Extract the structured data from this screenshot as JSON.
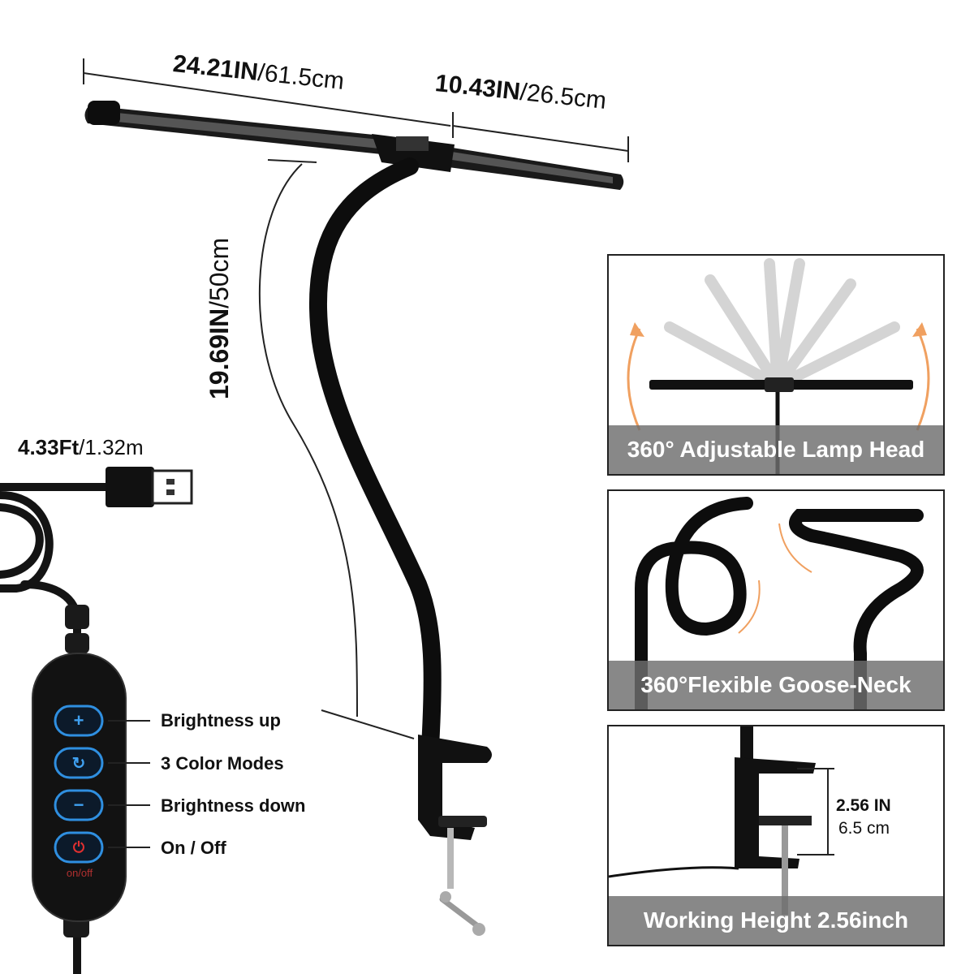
{
  "dimensions": {
    "total_length": {
      "bold": "24.21IN",
      "light": "/61.5cm"
    },
    "half_length": {
      "bold": "10.43IN",
      "light": "/26.5cm"
    },
    "height": {
      "bold": "19.69IN",
      "light": "/50cm"
    },
    "cable": {
      "bold": "4.33Ft",
      "light": "/1.32m"
    }
  },
  "controller": {
    "buttons": [
      {
        "label": "Brightness up",
        "symbol": "+"
      },
      {
        "label": "3 Color Modes",
        "symbol": "↻"
      },
      {
        "label": "Brightness down",
        "symbol": "−"
      },
      {
        "label": "On / Off",
        "symbol": "⏻"
      }
    ],
    "switch_text": "on/off"
  },
  "panels": [
    {
      "caption": "360° Adjustable Lamp Head"
    },
    {
      "caption": "360°Flexible Goose-Neck"
    },
    {
      "caption": "Working Height 2.56inch",
      "measure_bold": "2.56 IN",
      "measure_light": "6.5 cm"
    }
  ],
  "colors": {
    "accent_arrow": "#f0a060",
    "button_glow": "#2f8fe0",
    "lamp": "#111111",
    "caption_bg": "#6e6e6e"
  }
}
